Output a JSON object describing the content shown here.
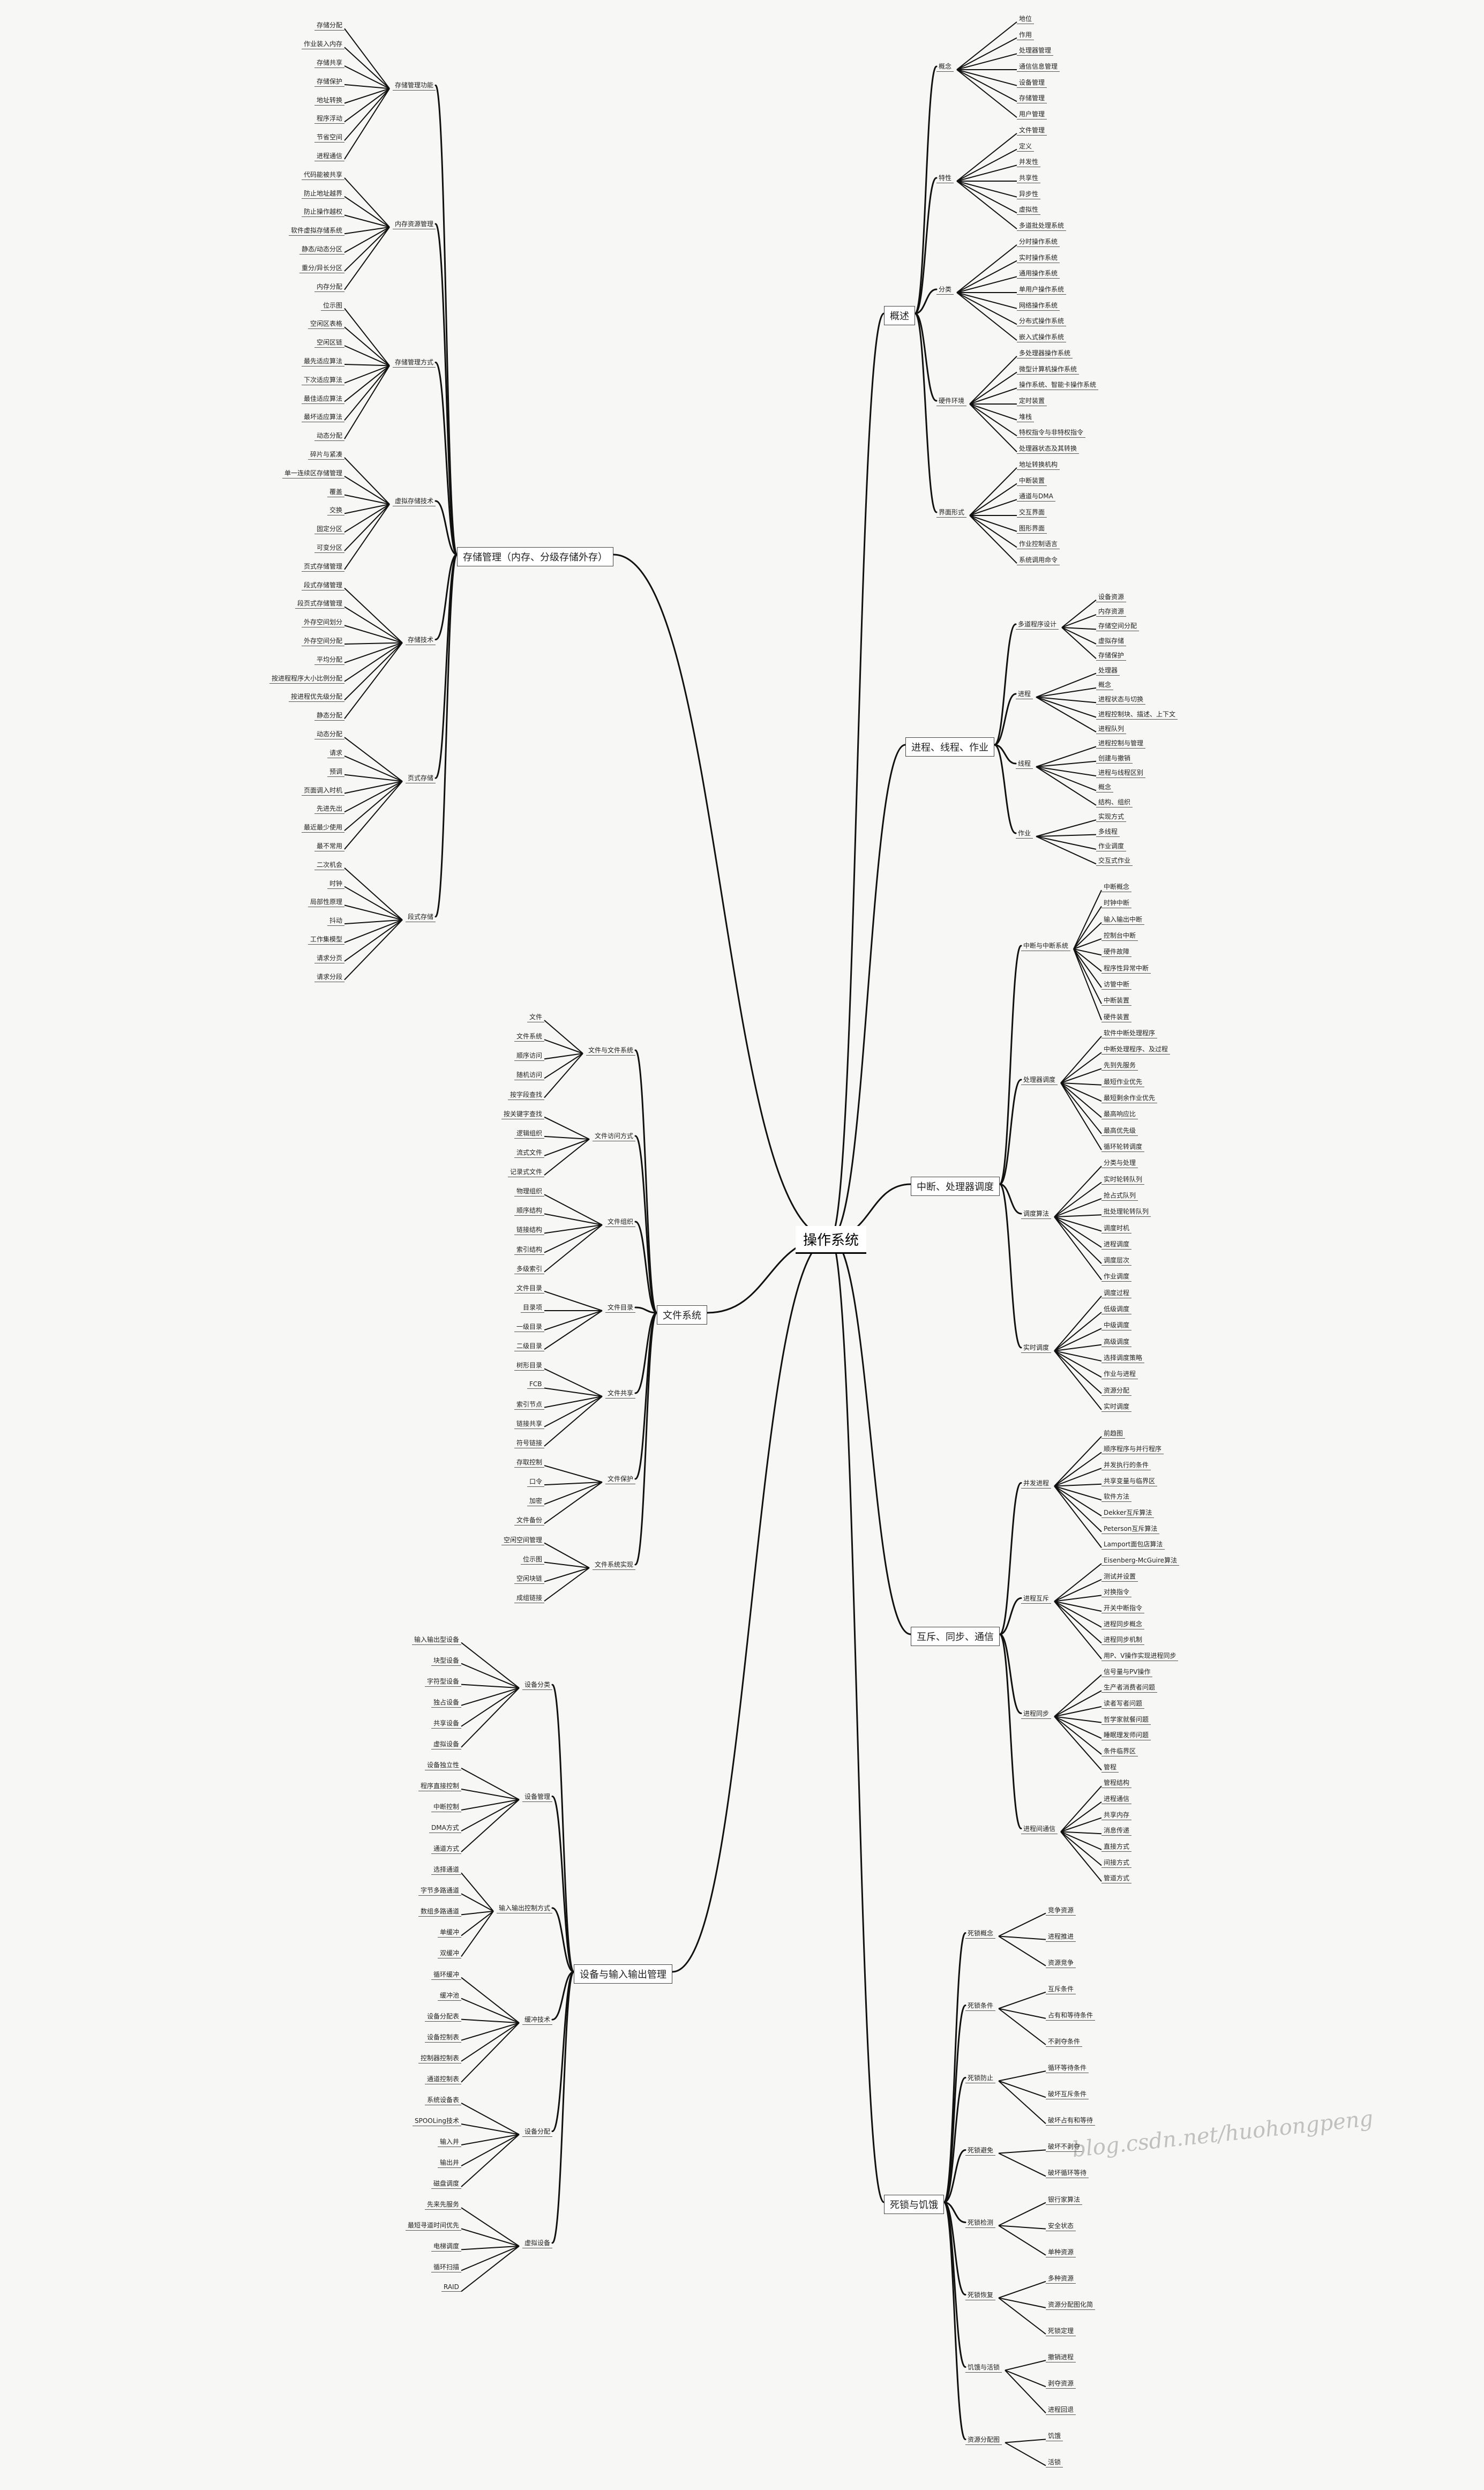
{
  "root": "操作系统",
  "branches": {
    "storage": "存储管理（内存、分级存储外存）",
    "filesystem": "文件系统",
    "io": "设备与输入输出管理",
    "overview": "概述",
    "process": "进程、线程、作业",
    "interrupt": "中断、处理器调度",
    "sync": "互斥、同步、通信",
    "deadlock": "死锁与饥饿"
  },
  "overview_items": [
    "概念",
    "特性",
    "分类",
    "硬件环境",
    "界面形式"
  ],
  "overview_leaves": [
    "地位",
    "作用",
    "处理器管理",
    "通信信息管理",
    "设备管理",
    "存储管理",
    "用户管理",
    "文件管理",
    "定义",
    "并发性",
    "共享性",
    "异步性",
    "虚拟性",
    "多道批处理系统",
    "分时操作系统",
    "实时操作系统",
    "通用操作系统",
    "单用户操作系统",
    "网络操作系统",
    "分布式操作系统",
    "嵌入式操作系统",
    "多处理器操作系统",
    "微型计算机操作系统",
    "操作系统、智能卡操作系统",
    "定时装置",
    "堆栈",
    "特权指令与非特权指令",
    "处理器状态及其转换",
    "地址转换机构",
    "中断装置",
    "通道与DMA",
    "交互界面",
    "图形界面",
    "作业控制语言",
    "系统调用命令"
  ],
  "process_items": [
    "多道程序设计",
    "进程",
    "线程",
    "作业"
  ],
  "process_leaves": [
    "设备资源",
    "内存资源",
    "存储空间分配",
    "虚拟存储",
    "存储保护",
    "处理器",
    "概念",
    "进程状态与切换",
    "进程控制块、描述、上下文",
    "进程队列",
    "进程控制与管理",
    "创建与撤销",
    "进程与线程区别",
    "概念",
    "结构、组织",
    "实现方式",
    "多线程",
    "作业调度",
    "交互式作业"
  ],
  "interrupt_items": [
    "中断与中断系统",
    "处理器调度",
    "调度算法",
    "实时调度"
  ],
  "interrupt_leaves": [
    "中断概念",
    "时钟中断",
    "输入输出中断",
    "控制台中断",
    "硬件故障",
    "程序性异常中断",
    "访管中断",
    "中断装置",
    "硬件装置",
    "软件中断处理程序",
    "中断处理程序、及过程",
    "先到先服务",
    "最短作业优先",
    "最短剩余作业优先",
    "最高响应比",
    "最高优先级",
    "循环轮转调度",
    "分类与处理",
    "实时轮转队列",
    "抢占式队列",
    "批处理轮转队列",
    "调度时机",
    "进程调度",
    "调度层次",
    "作业调度",
    "调度过程",
    "低级调度",
    "中级调度",
    "高级调度",
    "选择调度策略",
    "作业与进程",
    "资源分配",
    "实时调度"
  ],
  "sync_items": [
    "并发进程",
    "进程互斥",
    "进程同步",
    "进程间通信"
  ],
  "sync_leaves": [
    "前趋图",
    "顺序程序与并行程序",
    "并发执行的条件",
    "共享变量与临界区",
    "软件方法",
    "Dekker互斥算法",
    "Peterson互斥算法",
    "Lamport面包店算法",
    "Eisenberg-McGuire算法",
    "测试并设置",
    "对换指令",
    "开关中断指令",
    "进程同步概念",
    "进程同步机制",
    "用P、V操作实现进程同步",
    "信号量与PV操作",
    "生产者消费者问题",
    "读者写者问题",
    "哲学家就餐问题",
    "睡眠理发师问题",
    "条件临界区",
    "管程",
    "管程结构",
    "进程通信",
    "共享内存",
    "消息传递",
    "直接方式",
    "间接方式",
    "管道方式"
  ],
  "deadlock_items": [
    "死锁概念",
    "死锁条件",
    "死锁防止",
    "死锁避免",
    "死锁检测",
    "死锁恢复",
    "饥饿与活锁",
    "资源分配图"
  ],
  "deadlock_leaves": [
    "竞争资源",
    "进程推进",
    "资源竞争",
    "互斥条件",
    "占有和等待条件",
    "不剥夺条件",
    "循环等待条件",
    "破坏互斥条件",
    "破坏占有和等待",
    "破坏不剥夺",
    "破坏循环等待",
    "银行家算法",
    "安全状态",
    "单种资源",
    "多种资源",
    "资源分配图化简",
    "死锁定理",
    "撤销进程",
    "剥夺资源",
    "进程回退",
    "饥饿",
    "活锁"
  ],
  "storage_items": [
    "存储管理功能",
    "内存资源管理",
    "存储管理方式",
    "虚拟存储技术",
    "存储技术",
    "页式存储",
    "段式存储"
  ],
  "storage_leaves": [
    "存储分配",
    "作业装入内存",
    "存储共享",
    "存储保护",
    "地址转换",
    "程序浮动",
    "节省空间",
    "进程通信",
    "代码能被共享",
    "防止地址越界",
    "防止操作越权",
    "软件虚拟存储系统",
    "静态/动态分区",
    "重分/异长分区",
    "内存分配",
    "位示图",
    "空闲区表格",
    "空闲区链",
    "最先适应算法",
    "下次适应算法",
    "最佳适应算法",
    "最坏适应算法",
    "动态分配",
    "碎片与紧凑",
    "单一连续区存储管理",
    "覆盖",
    "交换",
    "固定分区",
    "可变分区",
    "页式存储管理",
    "段式存储管理",
    "段页式存储管理",
    "外存空间划分",
    "外存空间分配",
    "平均分配",
    "按进程程序大小比例分配",
    "按进程优先级分配",
    "静态分配",
    "动态分配",
    "请求",
    "预调",
    "页面调入时机",
    "先进先出",
    "最近最少使用",
    "最不常用",
    "二次机会",
    "时钟",
    "局部性原理",
    "抖动",
    "工作集模型",
    "请求分页",
    "请求分段"
  ],
  "file_items": [
    "文件与文件系统",
    "文件访问方式",
    "文件组织",
    "文件目录",
    "文件共享",
    "文件保护",
    "文件系统实现"
  ],
  "file_leaves": [
    "文件",
    "文件系统",
    "顺序访问",
    "随机访问",
    "按字段查找",
    "按关键字查找",
    "逻辑组织",
    "流式文件",
    "记录式文件",
    "物理组织",
    "顺序结构",
    "链接结构",
    "索引结构",
    "多级索引",
    "文件目录",
    "目录项",
    "一级目录",
    "二级目录",
    "树形目录",
    "FCB",
    "索引节点",
    "链接共享",
    "符号链接",
    "存取控制",
    "口令",
    "加密",
    "文件备份",
    "空闲空间管理",
    "位示图",
    "空闲块链",
    "成组链接"
  ],
  "io_items": [
    "设备分类",
    "设备管理",
    "输入输出控制方式",
    "缓冲技术",
    "设备分配",
    "虚拟设备"
  ],
  "io_leaves": [
    "输入输出型设备",
    "块型设备",
    "字符型设备",
    "独占设备",
    "共享设备",
    "虚拟设备",
    "设备独立性",
    "程序直接控制",
    "中断控制",
    "DMA方式",
    "通道方式",
    "选择通道",
    "字节多路通道",
    "数组多路通道",
    "单缓冲",
    "双缓冲",
    "循环缓冲",
    "缓冲池",
    "设备分配表",
    "设备控制表",
    "控制器控制表",
    "通道控制表",
    "系统设备表",
    "SPOOLing技术",
    "输入井",
    "输出井",
    "磁盘调度",
    "先来先服务",
    "最短寻道时间优先",
    "电梯调度",
    "循环扫描",
    "RAID"
  ],
  "watermark": "blog.csdn.net/huohongpeng"
}
